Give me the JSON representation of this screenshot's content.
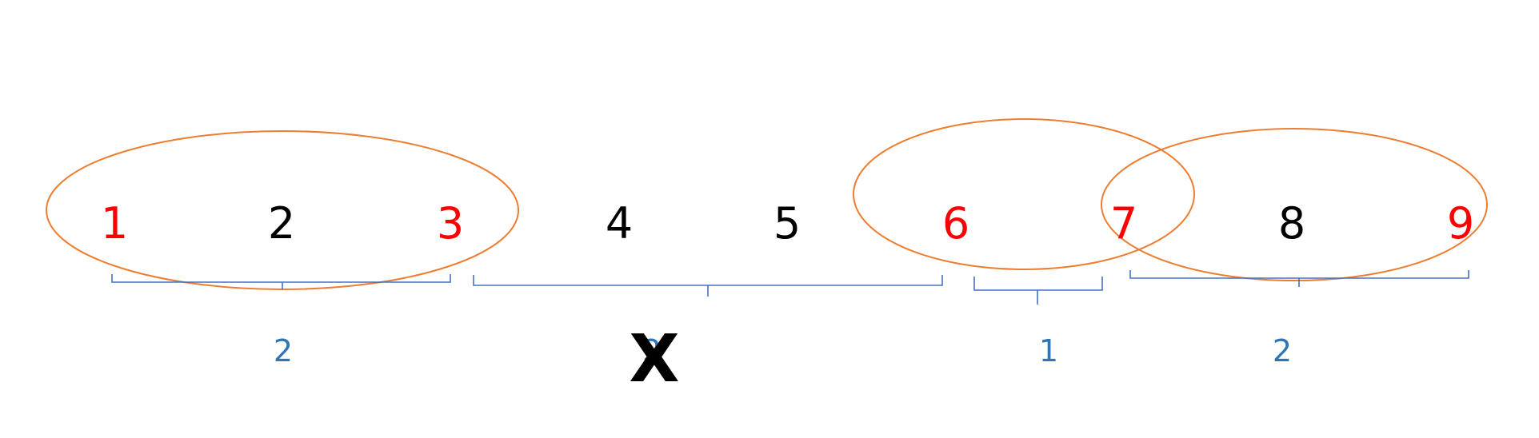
{
  "numbers": [
    {
      "label": "1",
      "color": "#ff0000"
    },
    {
      "label": "2",
      "color": "#000000"
    },
    {
      "label": "3",
      "color": "#ff0000"
    },
    {
      "label": "4",
      "color": "#000000"
    },
    {
      "label": "5",
      "color": "#000000"
    },
    {
      "label": "6",
      "color": "#ff0000"
    },
    {
      "label": "7",
      "color": "#ff0000"
    },
    {
      "label": "8",
      "color": "#000000"
    },
    {
      "label": "9",
      "color": "#ff0000"
    }
  ],
  "counts": [
    "2",
    "2",
    "1",
    "2"
  ],
  "cross_mark": "X",
  "colors": {
    "ellipse": "#ed7d31",
    "brace": "#4472c4",
    "count": "#2e75b6",
    "highlight": "#ff0000",
    "plain": "#000000"
  }
}
